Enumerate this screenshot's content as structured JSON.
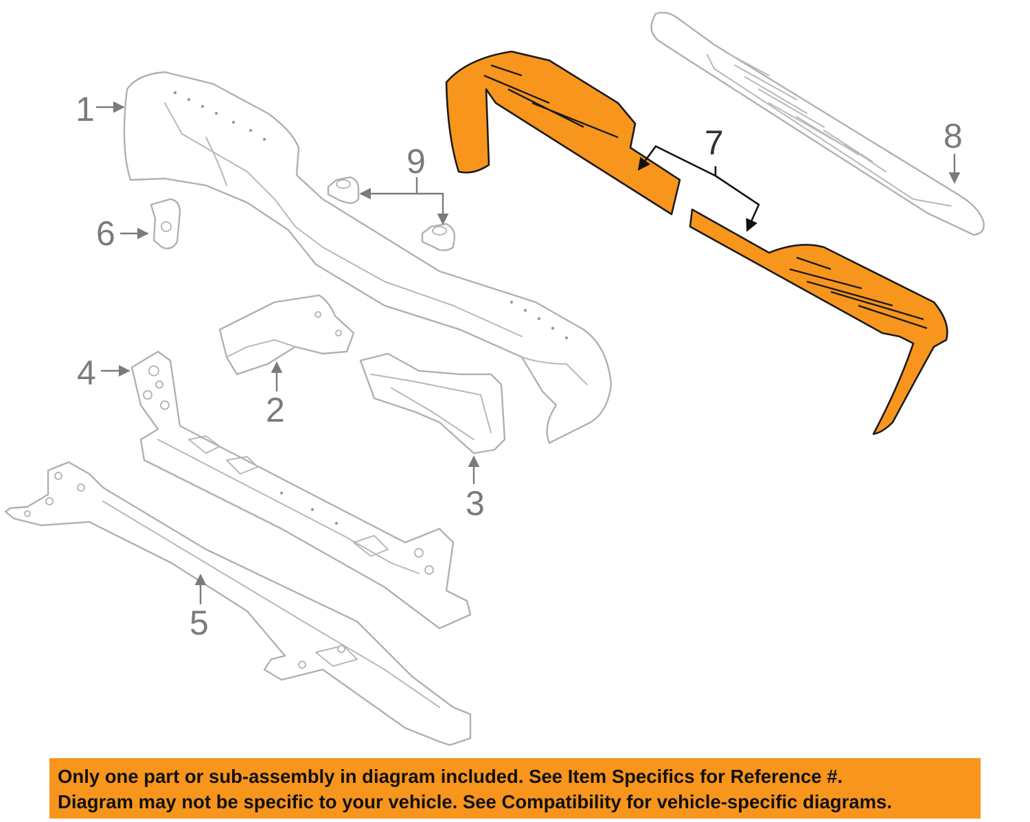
{
  "callouts": [
    {
      "number": "1"
    },
    {
      "number": "2"
    },
    {
      "number": "3"
    },
    {
      "number": "4"
    },
    {
      "number": "5"
    },
    {
      "number": "6"
    },
    {
      "number": "7"
    },
    {
      "number": "8"
    },
    {
      "number": "9"
    }
  ],
  "highlight_color": "#f7951d",
  "disclaimer": {
    "line1": "Only one part or sub-assembly in diagram included. See Item Specifics for Reference #.",
    "line2": "Diagram may not be specific to your vehicle. See Compatibility for vehicle-specific diagrams."
  }
}
